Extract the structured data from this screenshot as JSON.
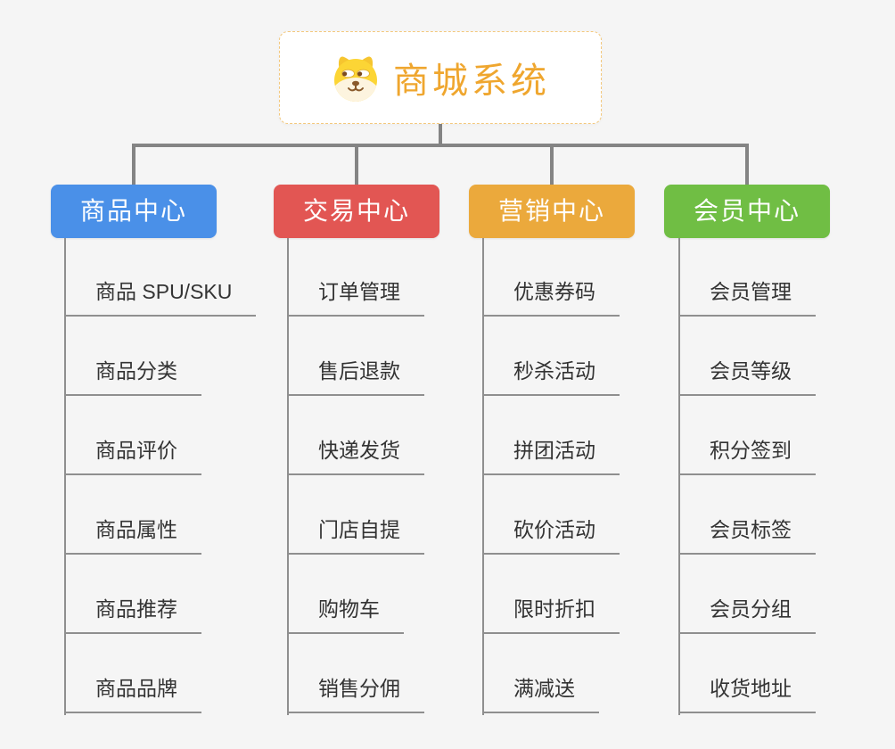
{
  "canvas": {
    "background": "#f5f5f5"
  },
  "root": {
    "title": "商城系统",
    "title_color": "#efa62e",
    "border_color": "#f3c87d",
    "icon": "dog-face-icon"
  },
  "connector": {
    "color": "#848484",
    "branch_line_color": "#8f8f8f"
  },
  "branches": [
    {
      "label": "商品中心",
      "color": "#4a90e8",
      "children": [
        "商品 SPU/SKU",
        "商品分类",
        "商品评价",
        "商品属性",
        "商品推荐",
        "商品品牌"
      ]
    },
    {
      "label": "交易中心",
      "color": "#e25653",
      "children": [
        "订单管理",
        "售后退款",
        "快递发货",
        "门店自提",
        "购物车",
        "销售分佣"
      ]
    },
    {
      "label": "营销中心",
      "color": "#eba93c",
      "children": [
        "优惠券码",
        "秒杀活动",
        "拼团活动",
        "砍价活动",
        "限时折扣",
        "满减送"
      ]
    },
    {
      "label": "会员中心",
      "color": "#70be44",
      "children": [
        "会员管理",
        "会员等级",
        "积分签到",
        "会员标签",
        "会员分组",
        "收货地址"
      ]
    }
  ]
}
